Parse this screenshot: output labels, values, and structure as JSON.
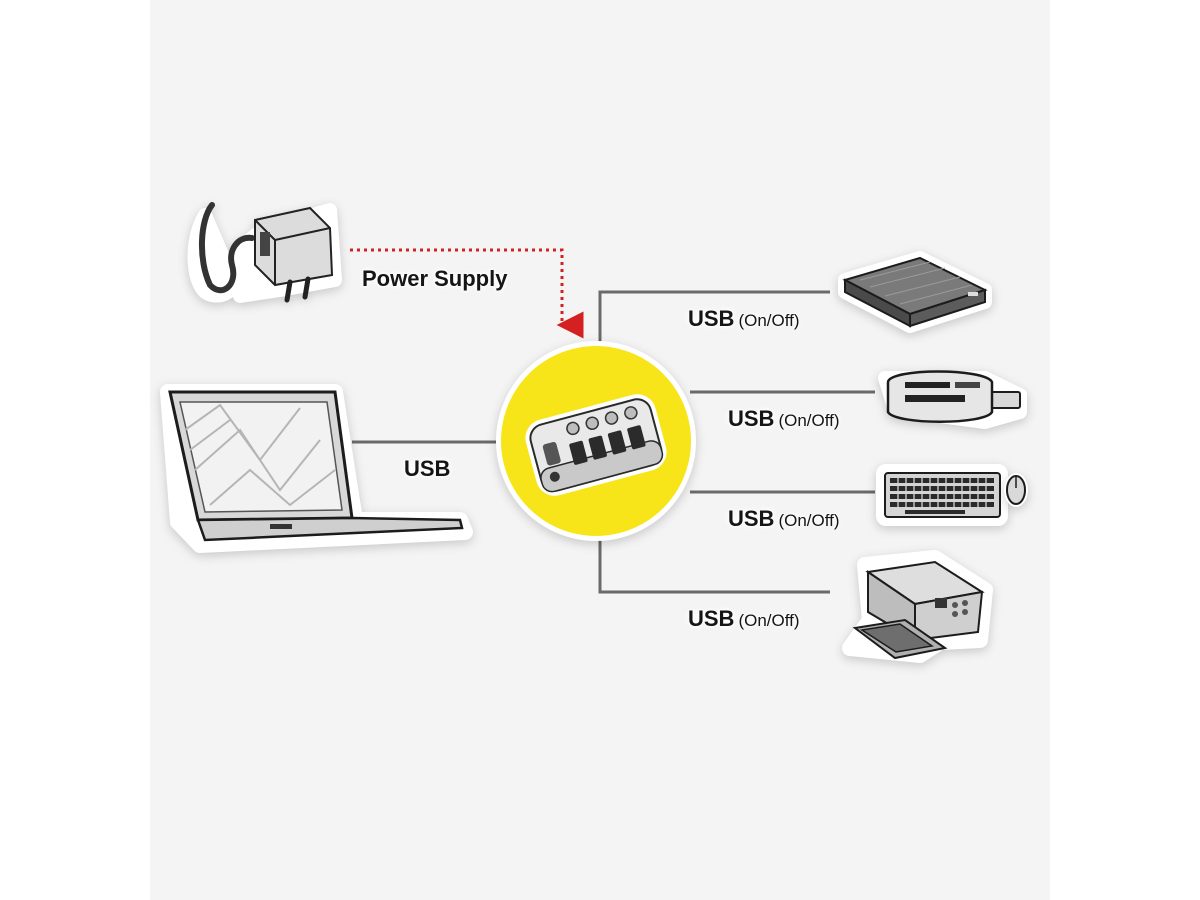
{
  "labels": {
    "power_supply": "Power Supply",
    "laptop_link": "USB",
    "port_main": "USB",
    "port_state": "(On/Off)"
  },
  "ports": [
    {
      "device": "external-hard-drive"
    },
    {
      "device": "card-reader"
    },
    {
      "device": "keyboard-and-mouse"
    },
    {
      "device": "printer"
    }
  ],
  "colors": {
    "hub_circle": "#f7e51a",
    "power_line": "#d42020",
    "cable": "#6a6a6a",
    "background": "#f4f4f4"
  },
  "icons": [
    "power-adapter-icon",
    "laptop-icon",
    "usb-hub-icon",
    "hard-drive-icon",
    "card-reader-icon",
    "keyboard-icon",
    "mouse-icon",
    "printer-icon"
  ]
}
